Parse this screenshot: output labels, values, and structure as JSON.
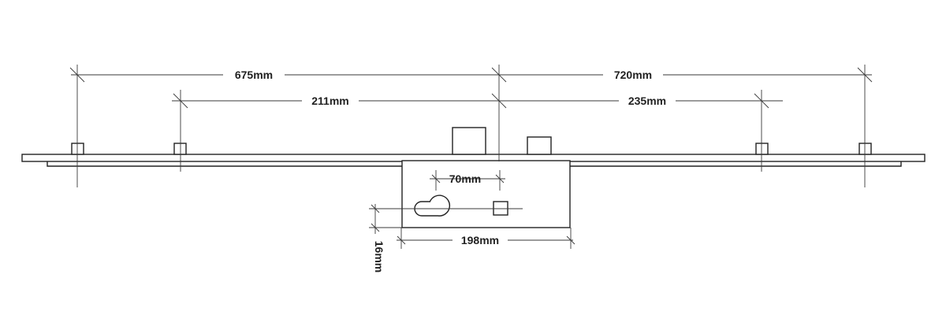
{
  "dimensions": {
    "top_left": "675mm",
    "top_right": "720mm",
    "inner_left": "211mm",
    "inner_right": "235mm",
    "backset": "70mm",
    "case_width": "198mm",
    "cylinder_offset": "16mm"
  }
}
